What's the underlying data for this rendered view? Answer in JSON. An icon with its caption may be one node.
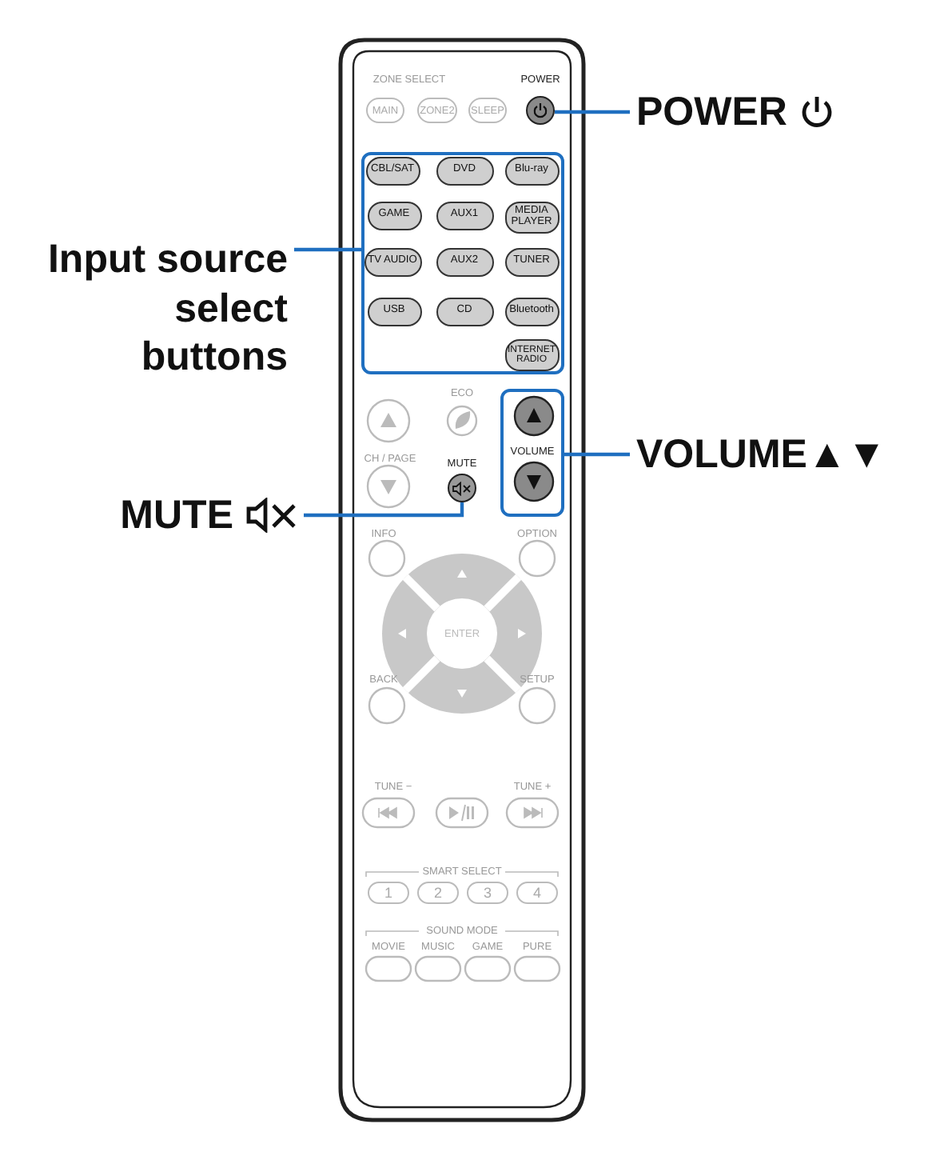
{
  "diagram": {
    "nodes": [
      {
        "text": [
          "MAIN"
        ]
      },
      {
        "text": [
          "ZONE2"
        ]
      },
      {
        "text": [
          "SLEEP"
        ]
      },
      {
        "text": [],
        "shape": "circle"
      },
      {
        "text": [
          "POWER"
        ]
      },
      {
        "text": [],
        "shape": "box"
      },
      {
        "text": [
          "CBL/SAT"
        ],
        "in": 5
      },
      {
        "text": [
          "DVD"
        ],
        "in": 5
      },
      {
        "text": [
          "Blu-ray"
        ],
        "in": 5
      },
      {
        "text": [
          "GAME"
        ],
        "in": 5
      },
      {
        "text": [
          "AUX1"
        ],
        "in": 5
      },
      {
        "text": [
          "MEDIA PLAYER"
        ],
        "in": 5
      },
      {
        "text": [
          "TV AUDIO"
        ],
        "in": 5
      },
      {
        "text": [
          "AUX2"
        ],
        "in": 5
      },
      {
        "text": [
          "TUNER"
        ],
        "in": 5
      },
      {
        "text": [
          "USB"
        ],
        "in": 5
      },
      {
        "text": [
          "CD"
        ],
        "in": 5
      },
      {
        "text": [
          "Bluetooth"
        ],
        "in": 5
      },
      {
        "text": [
          "INTERNET RADIO"
        ],
        "in": 5
      },
      {
        "text": [
          "Input source select buttons"
        ]
      },
      {
        "text": [
          "VOLUME"
        ]
      },
      {
        "text": [
          "VOLUME▲▼"
        ]
      },
      {
        "text": [],
        "shape": "circle"
      },
      {
        "text": [
          "MUTE"
        ]
      },
      {
        "text": [
          "ENTER"
        ]
      },
      {
        "text": [
          "1"
        ]
      },
      {
        "text": [
          "2"
        ]
      },
      {
        "text": [
          "3"
        ]
      },
      {
        "text": [
          "4"
        ]
      }
    ],
    "edges": [
      {
        "from": 4,
        "to": 3,
        "arrow": "none"
      },
      {
        "from": 19,
        "to": 5,
        "arrow": "none"
      },
      {
        "from": 21,
        "to": 20,
        "arrow": "none"
      },
      {
        "from": 23,
        "to": 22,
        "arrow": "none"
      }
    ],
    "labels": [
      "ZONE SELECT",
      "POWER",
      "ECO",
      "CH / PAGE",
      "MUTE",
      "INFO",
      "OPTION",
      "BACK",
      "SETUP",
      "TUNE −",
      "TUNE +",
      "SMART SELECT",
      "SOUND MODE",
      "MOVIE",
      "MUSIC",
      "GAME",
      "PURE"
    ]
  }
}
